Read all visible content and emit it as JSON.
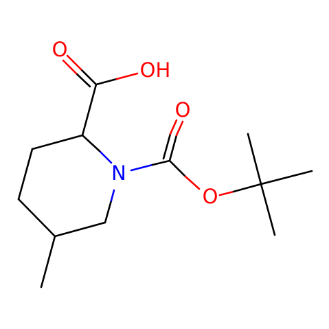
{
  "molecule": {
    "atom_labels": {
      "carbonyl_oxygen_acid": "O",
      "hydroxyl": "OH",
      "ring_nitrogen": "N",
      "carbonyl_oxygen_boc": "O",
      "ester_oxygen": "O"
    }
  },
  "colors": {
    "bond": "#000000",
    "nitrogen": "#0000ff",
    "oxygen": "#ff0000",
    "background": "#ffffff"
  }
}
